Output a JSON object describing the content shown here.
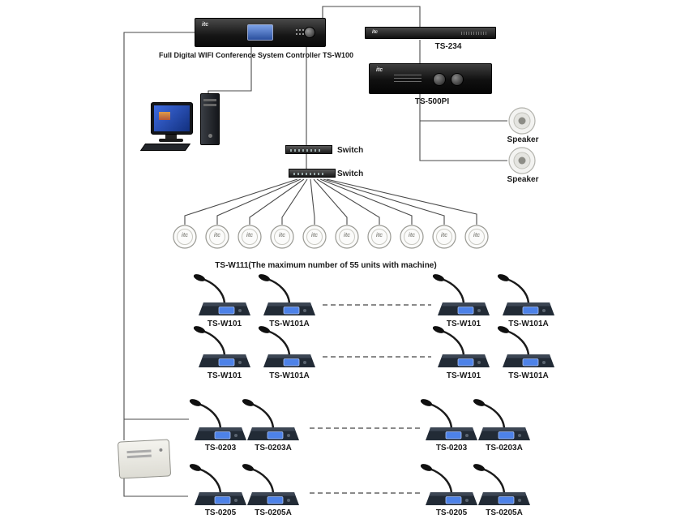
{
  "diagram": {
    "brand_logo": "itc",
    "controller": {
      "label": "Full Digital WIFI Conference System Controller TS-W100"
    },
    "ts234": {
      "label": "TS-234"
    },
    "amplifier": {
      "label": "TS-500PI"
    },
    "speakers": [
      "Speaker",
      "Speaker"
    ],
    "switches": [
      "Switch",
      "Switch"
    ],
    "wifi_units": {
      "label": "TS-W111(The maximum number of 55 units with machine)",
      "count": 10
    },
    "mic_rows": {
      "row1": [
        "TS-W101",
        "TS-W101A",
        "TS-W101",
        "TS-W101A"
      ],
      "row2": [
        "TS-W101",
        "TS-W101A",
        "TS-W101",
        "TS-W101A"
      ],
      "row3": [
        "TS-0203",
        "TS-0203A",
        "TS-0203",
        "TS-0203A"
      ],
      "row4": [
        "TS-0205",
        "TS-0205A",
        "TS-0205",
        "TS-0205A"
      ]
    }
  }
}
